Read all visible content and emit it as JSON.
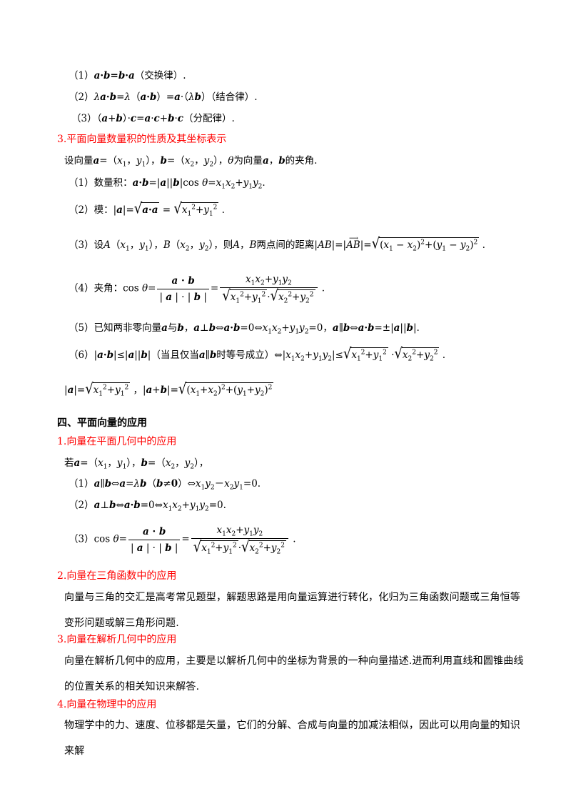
{
  "lines": {
    "l1": "（1）a·b=b·a（交换律）.",
    "l2": "（2）λa·b=λ（a·b）=a·（λb）（结合律）.",
    "l3": "（3）（a+b）·c=a·c+b·c（分配律）."
  },
  "headings": {
    "h3": "3.平面向量数量积的性质及其坐标表示",
    "s4": "四、平面向量的应用",
    "a1": "1.向量在平面几何中的应用",
    "a2": "2.向量在三角函数中的应用",
    "a3": "3.向量在解析几何中的应用",
    "a4": "4.向量在物理中的应用"
  },
  "intro": "设向量a=（x₁，y₁），b=（x₂，y₂），θ为向量a，b的夹角.",
  "props": {
    "p1": "（1）数量积：a·b=|a||b|cos θ=x₁x₂+y₁y₂.",
    "p2_label": "（2）模：",
    "p3_label": "（3）设A（x₁，y₁），B（x₂，y₂），则A，B两点间的距离|AB|=",
    "p4_label": "（4）夹角：cos θ=",
    "p5": "（5）已知两非零向量a与b，a⊥b⇔a·b=0⇔x₁x₂+y₁y₂=0，a∥b⇔a·b=±|a||b|.",
    "p6_label": "（6）|a·b|≤|a||b|（当且仅当a∥b时等号成立）⇔|x₁x₂+y₁y₂|≤",
    "p7_label": "|a|="
  },
  "app": {
    "intro": "若a=（x₁，y₁），b=（x₂，y₂），",
    "c1": "（1）a∥b⇔a=λb（b≠0）⇔x₁y₂－x₂y₁=0.",
    "c2": "（2）a⊥b⇔a·b=0⇔x₁x₂+y₁y₂=0.",
    "c3_label": "（3）cos θ="
  },
  "paragraphs": {
    "trig": "向量与三角的交汇是高考常见题型，解题思路是用向量运算进行转化，化归为三角函数问题或三角恒等变形问题或解三角形问题.",
    "analytic": "向量在解析几何中的应用，主要是以解析几何中的坐标为背景的一种向量描述.进而利用直线和圆锥曲线的位置关系的相关知识来解答.",
    "physics": "物理学中的力、速度、位移都是矢量，它们的分解、合成与向量的加减法相似，因此可以用向量的知识来解"
  }
}
